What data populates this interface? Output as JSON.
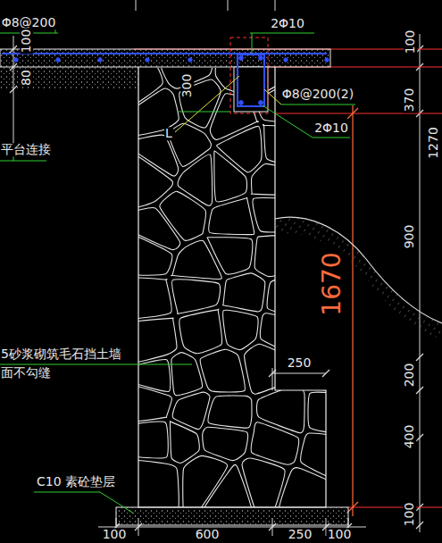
{
  "diagram": {
    "labels": [
      "Φ8@200",
      "2Φ10",
      "100",
      "100",
      "80",
      "300",
      "Φ8@200(2)",
      "370",
      "2Φ10",
      "L",
      "1270",
      "平台连接",
      "900",
      "1670",
      "5砂浆砌筑毛石挡土墙",
      "250",
      "面不勾缝",
      "200",
      "400",
      "C10 素砼垫层",
      "100",
      "100",
      "600",
      "250",
      "100"
    ]
  }
}
